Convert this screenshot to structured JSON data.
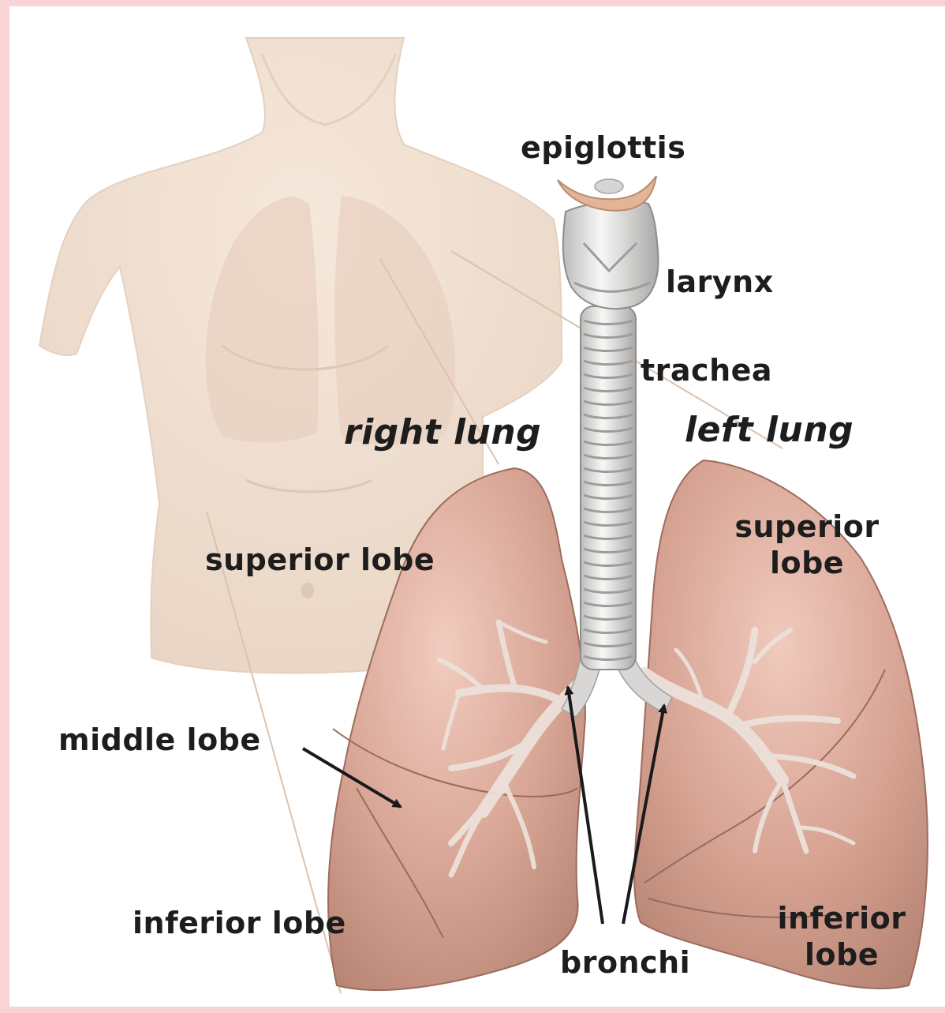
{
  "colors": {
    "frame": "#f9d3d6",
    "skin": "#efdccb",
    "skin_shade": "#e2c8b4",
    "lung": "#d8a493",
    "lung_dark": "#b07d6d",
    "bronchi": "#e9ddd6",
    "trachea": "#e8e7e6",
    "label_text": "#1d1d1d"
  },
  "labels": {
    "epiglottis": "epiglottis",
    "larynx": "larynx",
    "trachea": "trachea",
    "right_lung": "right lung",
    "left_lung": "left lung",
    "right_superior_lobe": "superior lobe",
    "left_superior_lobe": "superior lobe",
    "middle_lobe": "middle lobe",
    "right_inferior_lobe": "inferior lobe",
    "left_inferior_lobe": "inferior lobe",
    "bronchi": "bronchi"
  }
}
